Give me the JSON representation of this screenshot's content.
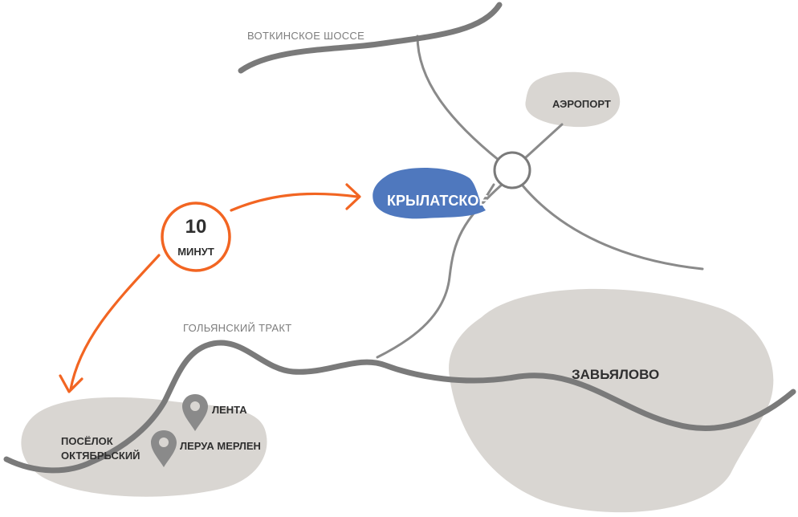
{
  "labels": {
    "votkinskoe_road": "ВОТКИНСКОЕ ШОССЕ",
    "golyansky_road": "ГОЛЬЯНСКИЙ ТРАКТ",
    "airport": "АЭРОПОРТ",
    "krylatskoe": "КРЫЛАТСКОЕ",
    "zavyalovo": "ЗАВЬЯЛОВО",
    "poselok_line1": "ПОСЁЛОК",
    "poselok_line2": "ОКТЯБРЬСКИЙ",
    "lenta": "ЛЕНТА",
    "leroy": "ЛЕРУА МЕРЛЕН"
  },
  "time_badge": {
    "value": "10",
    "unit": "МИНУТ"
  },
  "colors": {
    "accent_orange": "#f26522",
    "krylatskoe_blue": "#4f78be",
    "area_gray": "#d9d6d2",
    "road_gray": "#7a7a7a"
  },
  "icons": [
    "location-pin-icon",
    "arrowhead-icon"
  ]
}
